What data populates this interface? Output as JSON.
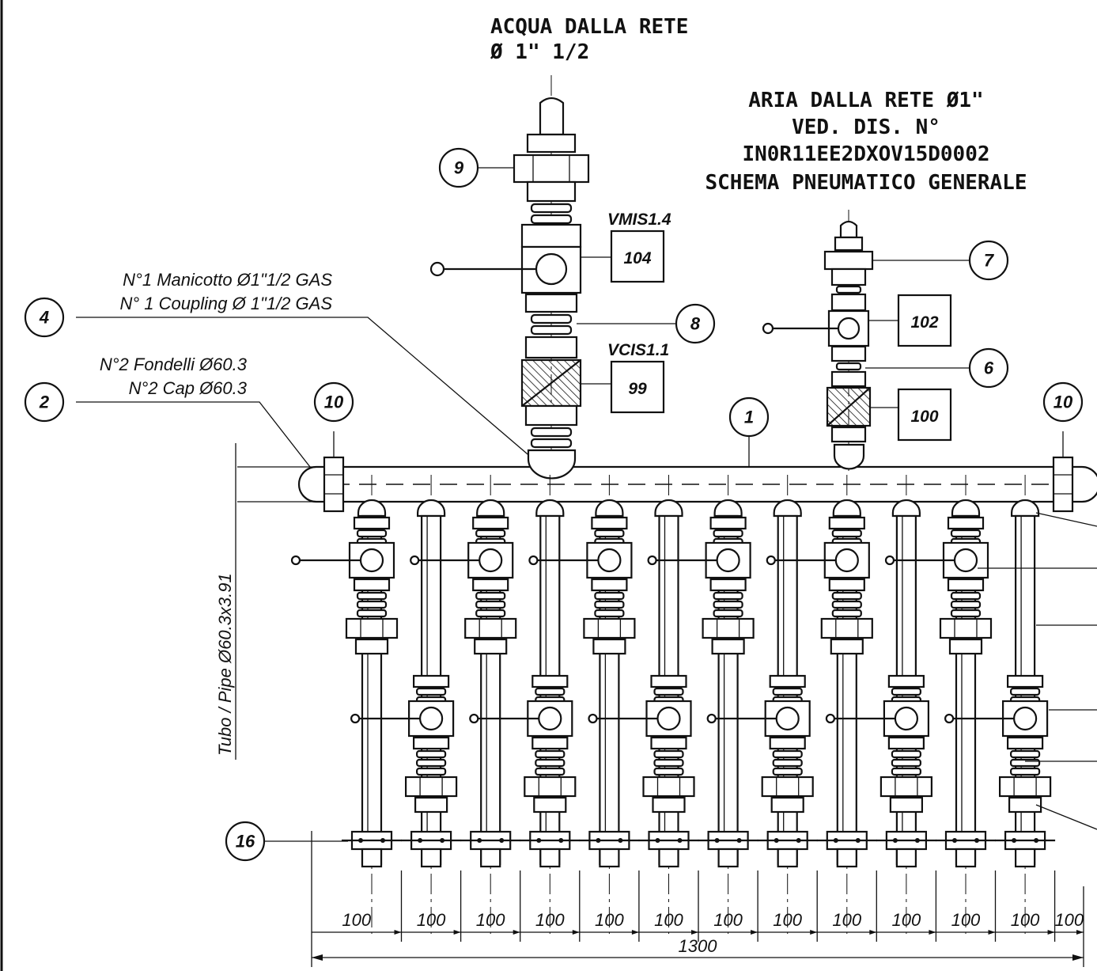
{
  "water_inlet": {
    "title": "ACQUA DALLA RETE",
    "size": "Ø 1\" 1/2"
  },
  "air_inlet": {
    "line1": "ARIA DALLA RETE Ø1\"",
    "line2": "VED. DIS. N°",
    "line3": "IN0R11EE2DXOV15D0002",
    "line4": "SCHEMA PNEUMATICO GENERALE"
  },
  "notes": {
    "coupling_it": "N°1 Manicotto Ø1\"1/2 GAS",
    "coupling_en": "N° 1 Coupling Ø 1\"1/2 GAS",
    "caps_it": "N°2 Fondelli Ø60.3",
    "caps_en": "N°2 Cap Ø60.3",
    "pipe": "Tubo / Pipe Ø60.3x3.91"
  },
  "valve_tags": {
    "water_ball_valve": "VMIS1.4",
    "water_check_valve": "VCIS1.1"
  },
  "boxed_codes": [
    "104",
    "99",
    "102",
    "100"
  ],
  "balloons": [
    "9",
    "8",
    "4",
    "2",
    "10",
    "1",
    "7",
    "6",
    "10",
    "16"
  ],
  "dimensions": {
    "pitch_labels": [
      "100",
      "100",
      "100",
      "100",
      "100",
      "100",
      "100",
      "100",
      "100",
      "100",
      "100",
      "100",
      "100"
    ],
    "total": "1300"
  }
}
